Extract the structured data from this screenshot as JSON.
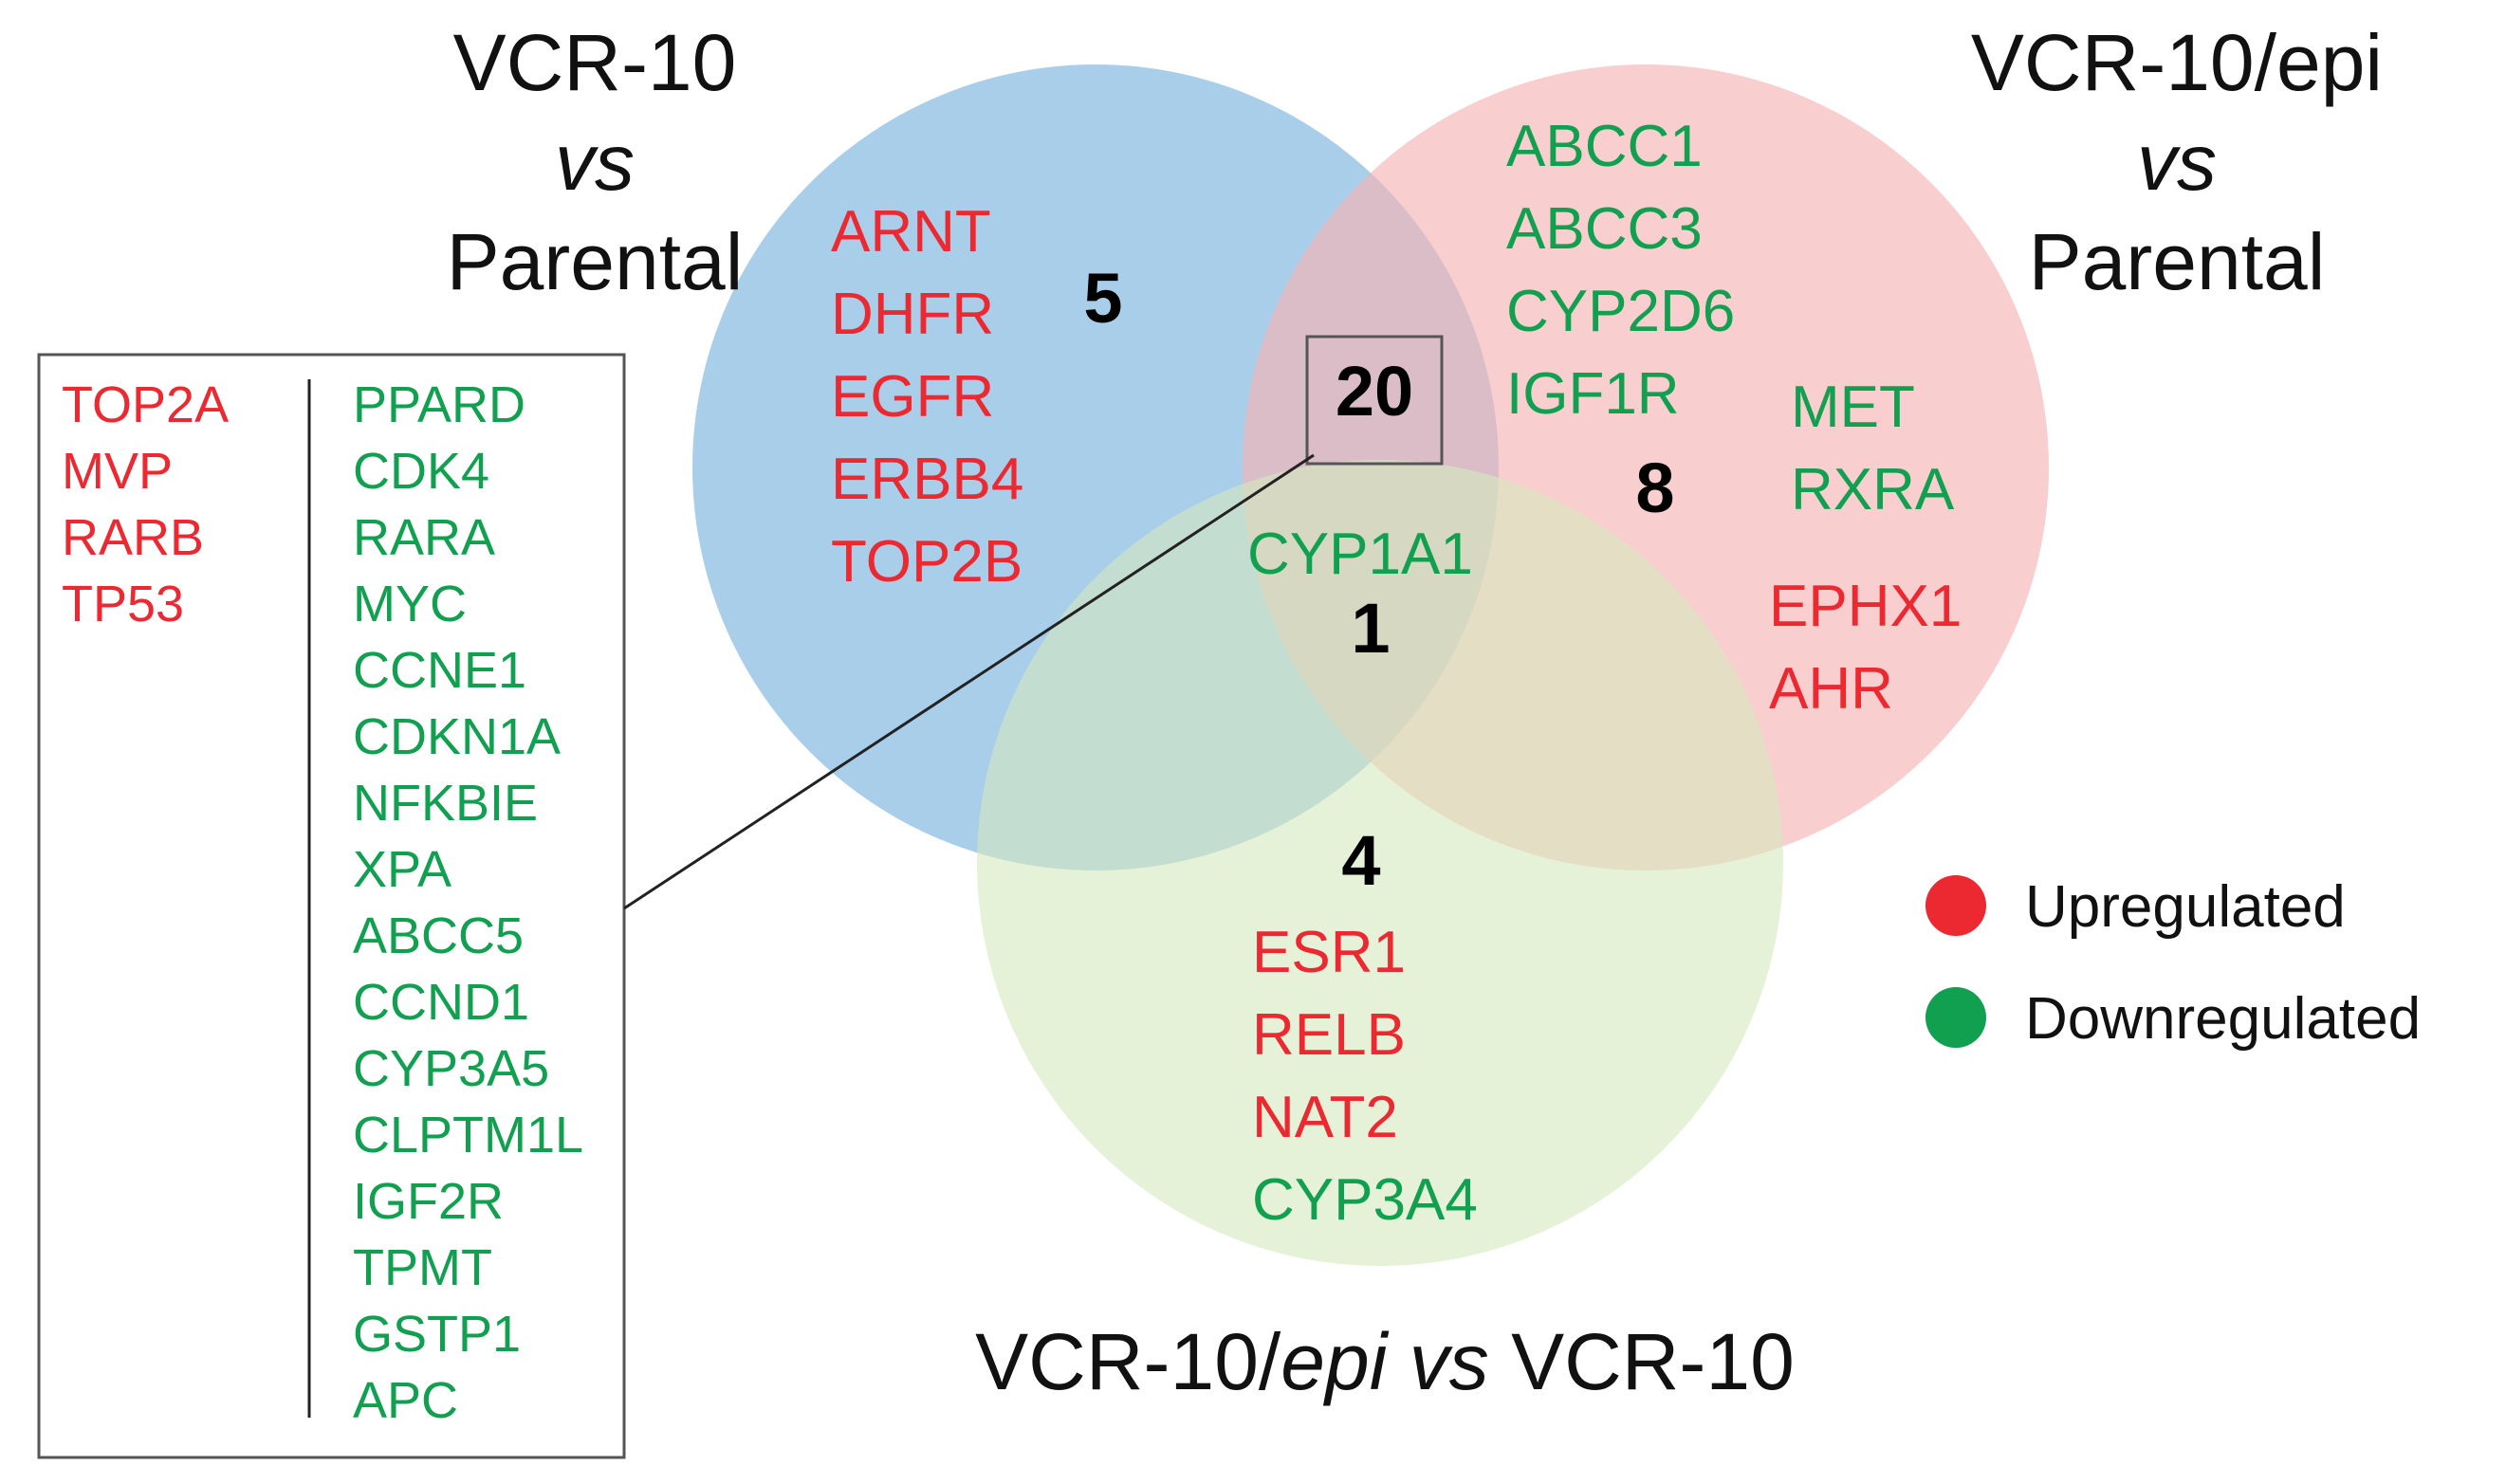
{
  "colors": {
    "up": "#ec2830",
    "down": "#10a050",
    "circle_a": "#8bbde3",
    "circle_b": "#f4b3b3",
    "circle_c": "#d5e9be"
  },
  "titles": {
    "set_a": [
      "VCR-10",
      "vs",
      "Parental"
    ],
    "set_b": [
      "VCR-10/epi",
      "vs",
      "Parental"
    ],
    "set_c": {
      "part1": "VCR-10/",
      "part2": "epi",
      "part3": " vs ",
      "part4": "VCR-10"
    }
  },
  "regions": {
    "a_only": {
      "count": "5",
      "genes": [
        {
          "name": "ARNT",
          "reg": "up"
        },
        {
          "name": "DHFR",
          "reg": "up"
        },
        {
          "name": "EGFR",
          "reg": "up"
        },
        {
          "name": "ERBB4",
          "reg": "up"
        },
        {
          "name": "TOP2B",
          "reg": "up"
        }
      ]
    },
    "b_only": {
      "count": "8",
      "genes": [
        {
          "name": "ABCC1",
          "reg": "down"
        },
        {
          "name": "ABCC3",
          "reg": "down"
        },
        {
          "name": "CYP2D6",
          "reg": "down"
        },
        {
          "name": "IGF1R",
          "reg": "down"
        },
        {
          "name": "MET",
          "reg": "down"
        },
        {
          "name": "RXRA",
          "reg": "down"
        },
        {
          "name": "EPHX1",
          "reg": "up"
        },
        {
          "name": "AHR",
          "reg": "up"
        }
      ]
    },
    "abc": {
      "count": "1",
      "genes": [
        {
          "name": "CYP1A1",
          "reg": "down"
        }
      ]
    },
    "c_only": {
      "count": "4",
      "genes": [
        {
          "name": "ESR1",
          "reg": "up"
        },
        {
          "name": "RELB",
          "reg": "up"
        },
        {
          "name": "NAT2",
          "reg": "up"
        },
        {
          "name": "CYP3A4",
          "reg": "down"
        }
      ]
    },
    "ab": {
      "count": "20"
    }
  },
  "inset": {
    "left_genes": [
      {
        "name": "TOP2A",
        "reg": "up"
      },
      {
        "name": "MVP",
        "reg": "up"
      },
      {
        "name": "RARB",
        "reg": "up"
      },
      {
        "name": "TP53",
        "reg": "up"
      }
    ],
    "right_genes": [
      {
        "name": "PPARD",
        "reg": "down"
      },
      {
        "name": "CDK4",
        "reg": "down"
      },
      {
        "name": "RARA",
        "reg": "down"
      },
      {
        "name": "MYC",
        "reg": "down"
      },
      {
        "name": "CCNE1",
        "reg": "down"
      },
      {
        "name": "CDKN1A",
        "reg": "down"
      },
      {
        "name": "NFKBIE",
        "reg": "down"
      },
      {
        "name": "XPA",
        "reg": "down"
      },
      {
        "name": "ABCC5",
        "reg": "down"
      },
      {
        "name": "CCND1",
        "reg": "down"
      },
      {
        "name": "CYP3A5",
        "reg": "down"
      },
      {
        "name": "CLPTM1L",
        "reg": "down"
      },
      {
        "name": "IGF2R",
        "reg": "down"
      },
      {
        "name": "TPMT",
        "reg": "down"
      },
      {
        "name": "GSTP1",
        "reg": "down"
      },
      {
        "name": "APC",
        "reg": "down"
      }
    ]
  },
  "legend": [
    {
      "label": "Upregulated",
      "reg": "up"
    },
    {
      "label": "Downregulated",
      "reg": "down"
    }
  ]
}
